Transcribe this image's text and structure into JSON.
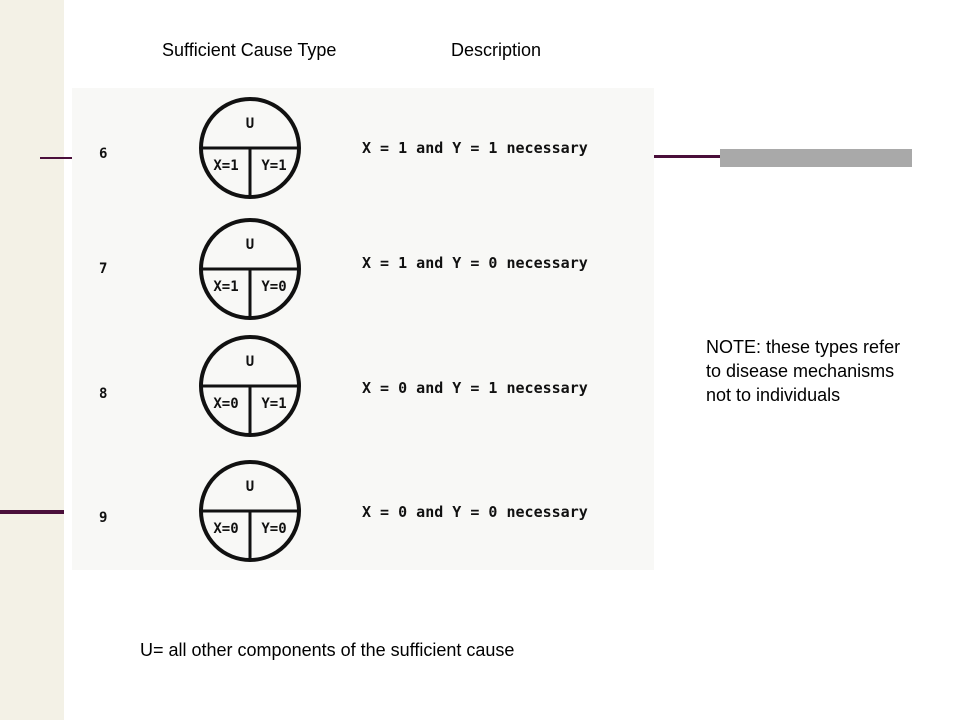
{
  "headers": {
    "type": "Sufficient Cause Type",
    "description": "Description"
  },
  "rows": [
    {
      "number": "6",
      "top": "U",
      "left": "X=1",
      "right": "Y=1",
      "description": "X = 1 and Y = 1 necessary"
    },
    {
      "number": "7",
      "top": "U",
      "left": "X=1",
      "right": "Y=0",
      "description": "X = 1 and Y = 0 necessary"
    },
    {
      "number": "8",
      "top": "U",
      "left": "X=0",
      "right": "Y=1",
      "description": "X = 0 and Y = 1 necessary"
    },
    {
      "number": "9",
      "top": "U",
      "left": "X=0",
      "right": "Y=0",
      "description": "X = 0 and Y = 0 necessary"
    }
  ],
  "note": "NOTE: these types refer to disease mechanisms not to individuals",
  "footer": "U= all other components of the sufficient cause",
  "colors": {
    "accent_rule": "#4a0f3a",
    "grey_bar": "#a9a9a9",
    "left_band": "#f3f1e6"
  }
}
